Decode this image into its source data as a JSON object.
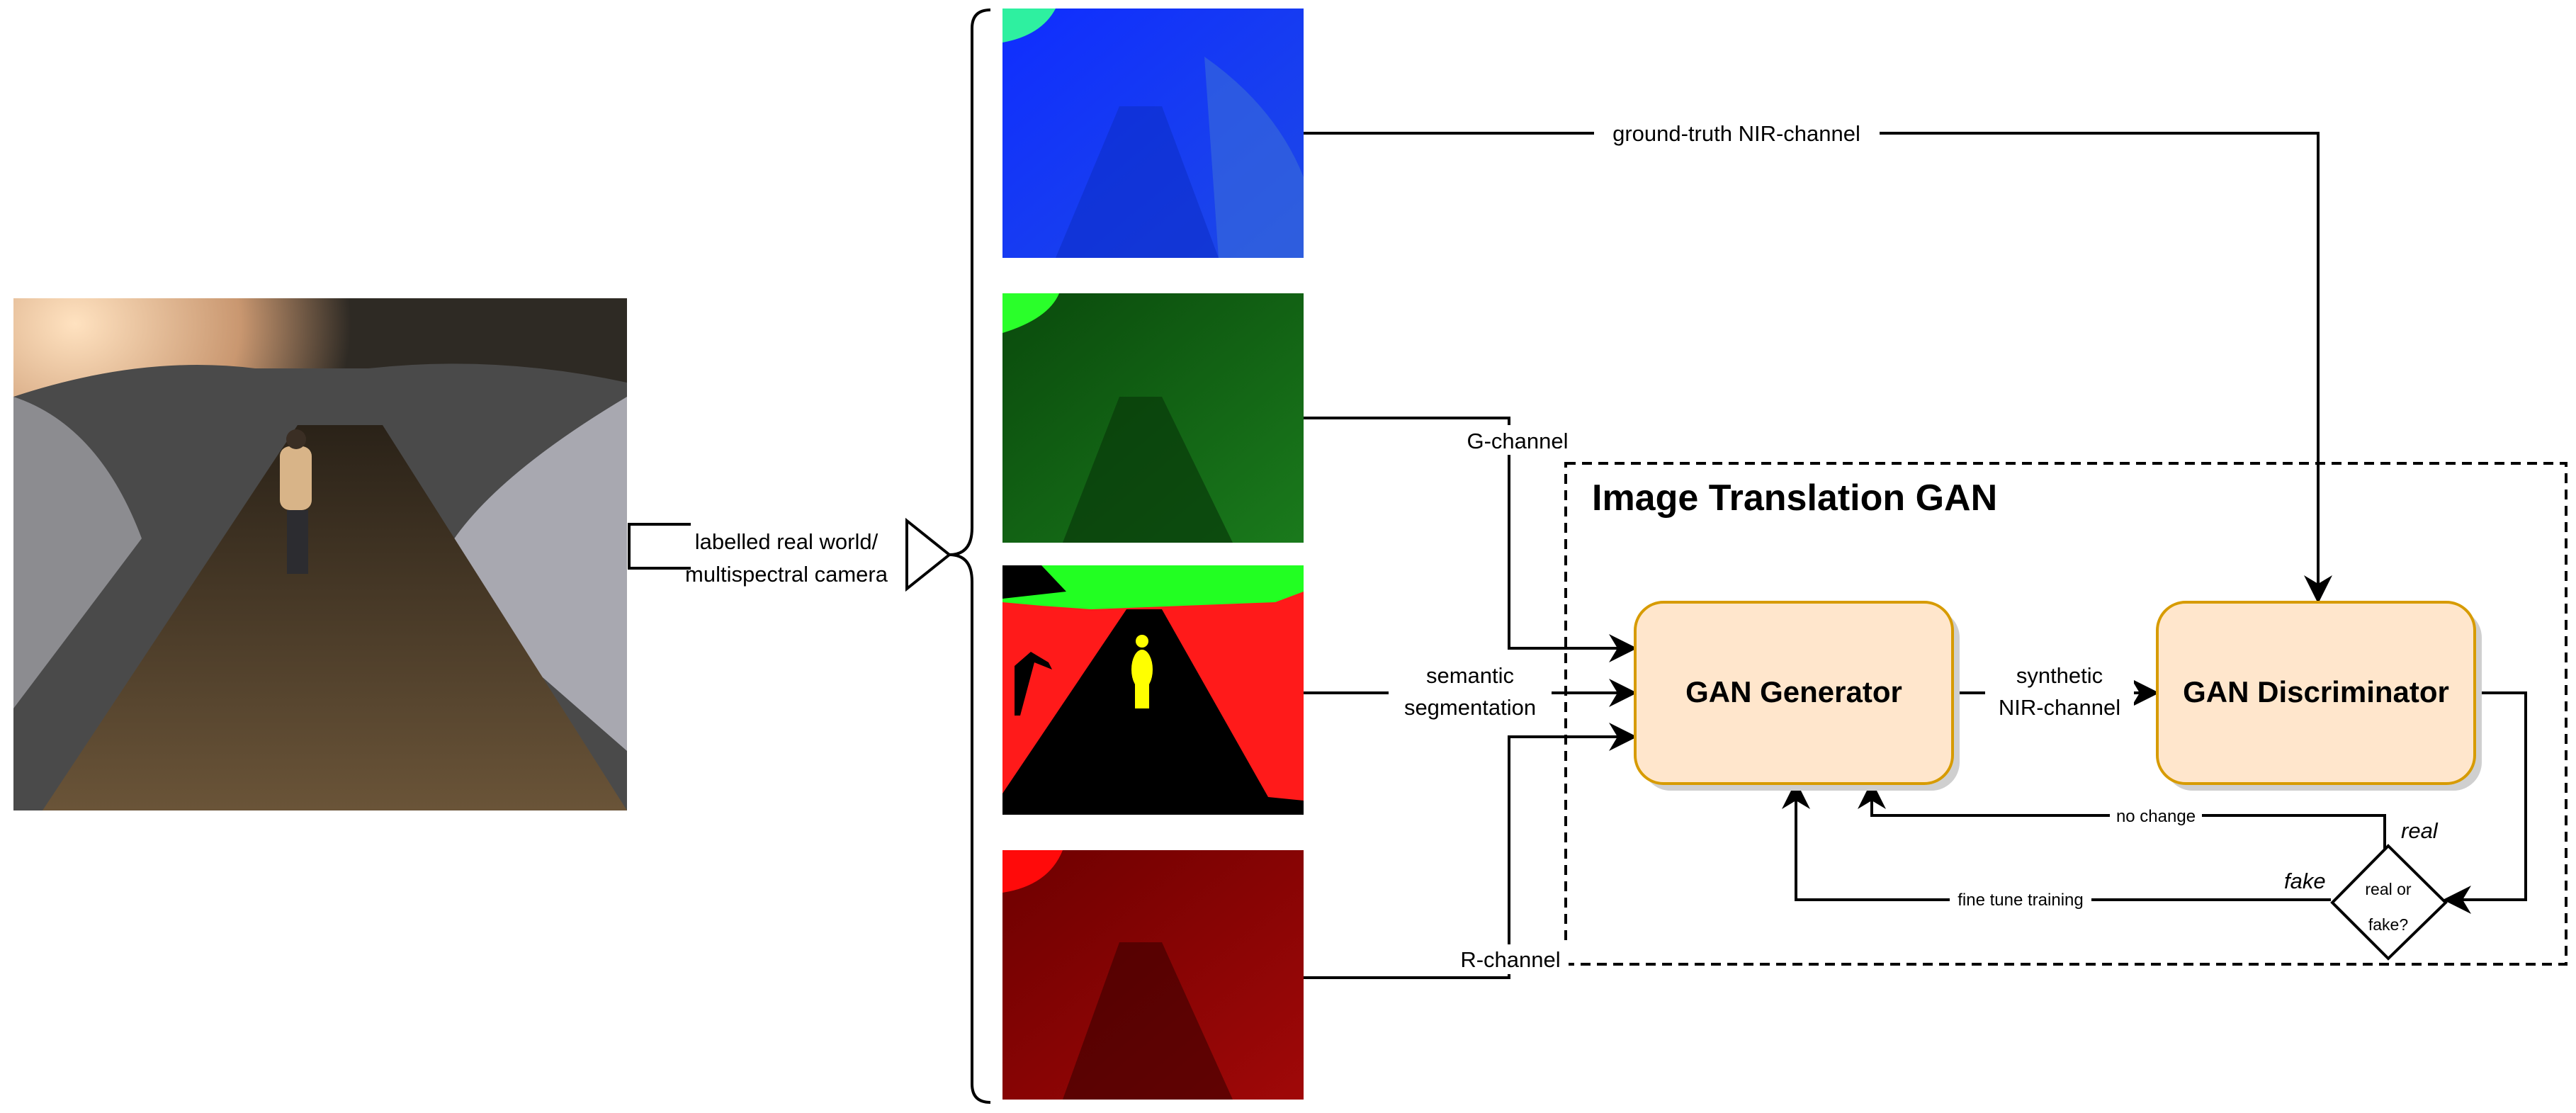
{
  "input_label": [
    "labelled real world/",
    "multispectral camera"
  ],
  "flow_labels": {
    "ground_truth": "ground-truth NIR-channel",
    "g_channel": "G-channel",
    "semantic": [
      "semantic",
      "segmentation"
    ],
    "r_channel": "R-channel",
    "synthetic": [
      "synthetic",
      "NIR-channel"
    ],
    "no_change": "no change",
    "fine_tune": "fine tune training"
  },
  "gan_group_title": "Image Translation GAN",
  "generator_label": "GAN Generator",
  "discriminator_label": "GAN Discriminator",
  "decision": {
    "text": [
      "real or",
      "fake?"
    ],
    "real": "real",
    "fake": "fake"
  },
  "colors": {
    "box_fill": "#ffe6cc",
    "box_stroke": "#d79b00",
    "nir_blue": "#1a2cff",
    "g_green": "#0e7a12",
    "seg_red": "#ff1a1a",
    "seg_green": "#22ff22",
    "seg_yellow": "#ffff00",
    "r_red": "#8a0000"
  },
  "icons": [
    "camera-photo",
    "brace-icon",
    "arrow-icon"
  ]
}
